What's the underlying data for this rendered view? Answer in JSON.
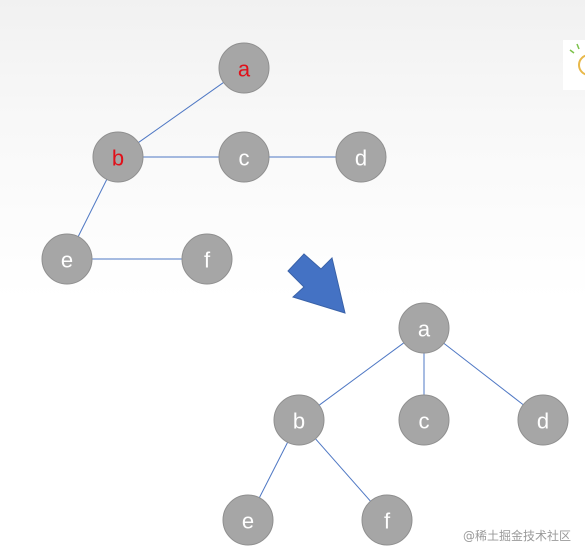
{
  "colors": {
    "node_fill": "#a6a6a6",
    "edge": "#4f78c4",
    "highlight_label": "#e0101a",
    "normal_label": "#ffffff",
    "arrow": "#4472c4"
  },
  "before_graph": {
    "nodes": [
      {
        "id": "a",
        "label": "a",
        "highlighted": true
      },
      {
        "id": "b",
        "label": "b",
        "highlighted": true
      },
      {
        "id": "c",
        "label": "c",
        "highlighted": false
      },
      {
        "id": "d",
        "label": "d",
        "highlighted": false
      },
      {
        "id": "e",
        "label": "e",
        "highlighted": false
      },
      {
        "id": "f",
        "label": "f",
        "highlighted": false
      }
    ],
    "edges": [
      [
        "a",
        "b"
      ],
      [
        "b",
        "c"
      ],
      [
        "c",
        "d"
      ],
      [
        "b",
        "e"
      ],
      [
        "e",
        "f"
      ]
    ]
  },
  "after_graph": {
    "nodes": [
      {
        "id": "a",
        "label": "a",
        "highlighted": false
      },
      {
        "id": "b",
        "label": "b",
        "highlighted": false
      },
      {
        "id": "c",
        "label": "c",
        "highlighted": false
      },
      {
        "id": "d",
        "label": "d",
        "highlighted": false
      },
      {
        "id": "e",
        "label": "e",
        "highlighted": false
      },
      {
        "id": "f",
        "label": "f",
        "highlighted": false
      }
    ],
    "edges": [
      [
        "a",
        "b"
      ],
      [
        "a",
        "c"
      ],
      [
        "a",
        "d"
      ],
      [
        "b",
        "e"
      ],
      [
        "b",
        "f"
      ]
    ]
  },
  "watermark": "@稀土掘金技术社区",
  "icons": {
    "transform_arrow": "down-right-arrow-icon",
    "corner": "lightbulb-icon"
  }
}
